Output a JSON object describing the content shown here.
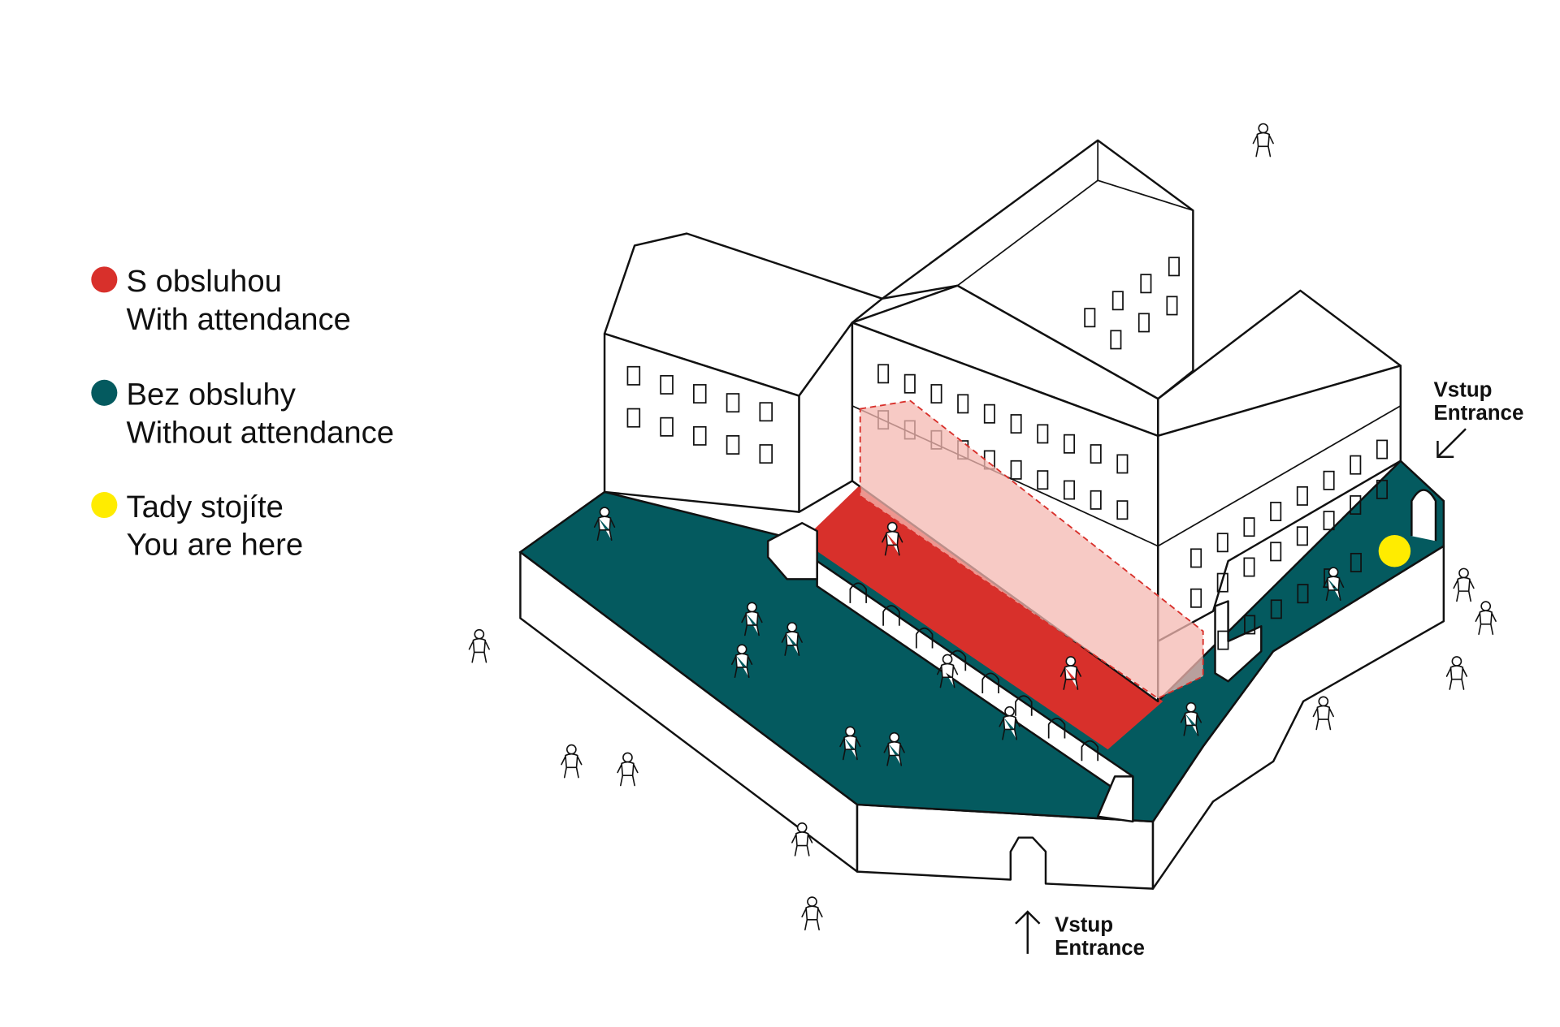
{
  "legend": {
    "items": [
      {
        "cs": "S obsluhou",
        "en": "With attendance",
        "color": "#d8302b"
      },
      {
        "cs": "Bez obsluhy",
        "en": "Without attendance",
        "color": "#045a5f"
      },
      {
        "cs": "Tady stojíte",
        "en": "You are here",
        "color": "#ffec00"
      }
    ]
  },
  "entrances": {
    "right": {
      "cs": "Vstup",
      "en": "Entrance"
    },
    "bottom": {
      "cs": "Vstup",
      "en": "Entrance"
    }
  },
  "colors": {
    "attended": "#d8302b",
    "unattended": "#045a5f",
    "here": "#ffec00",
    "highlight": "#f4b8b2"
  }
}
